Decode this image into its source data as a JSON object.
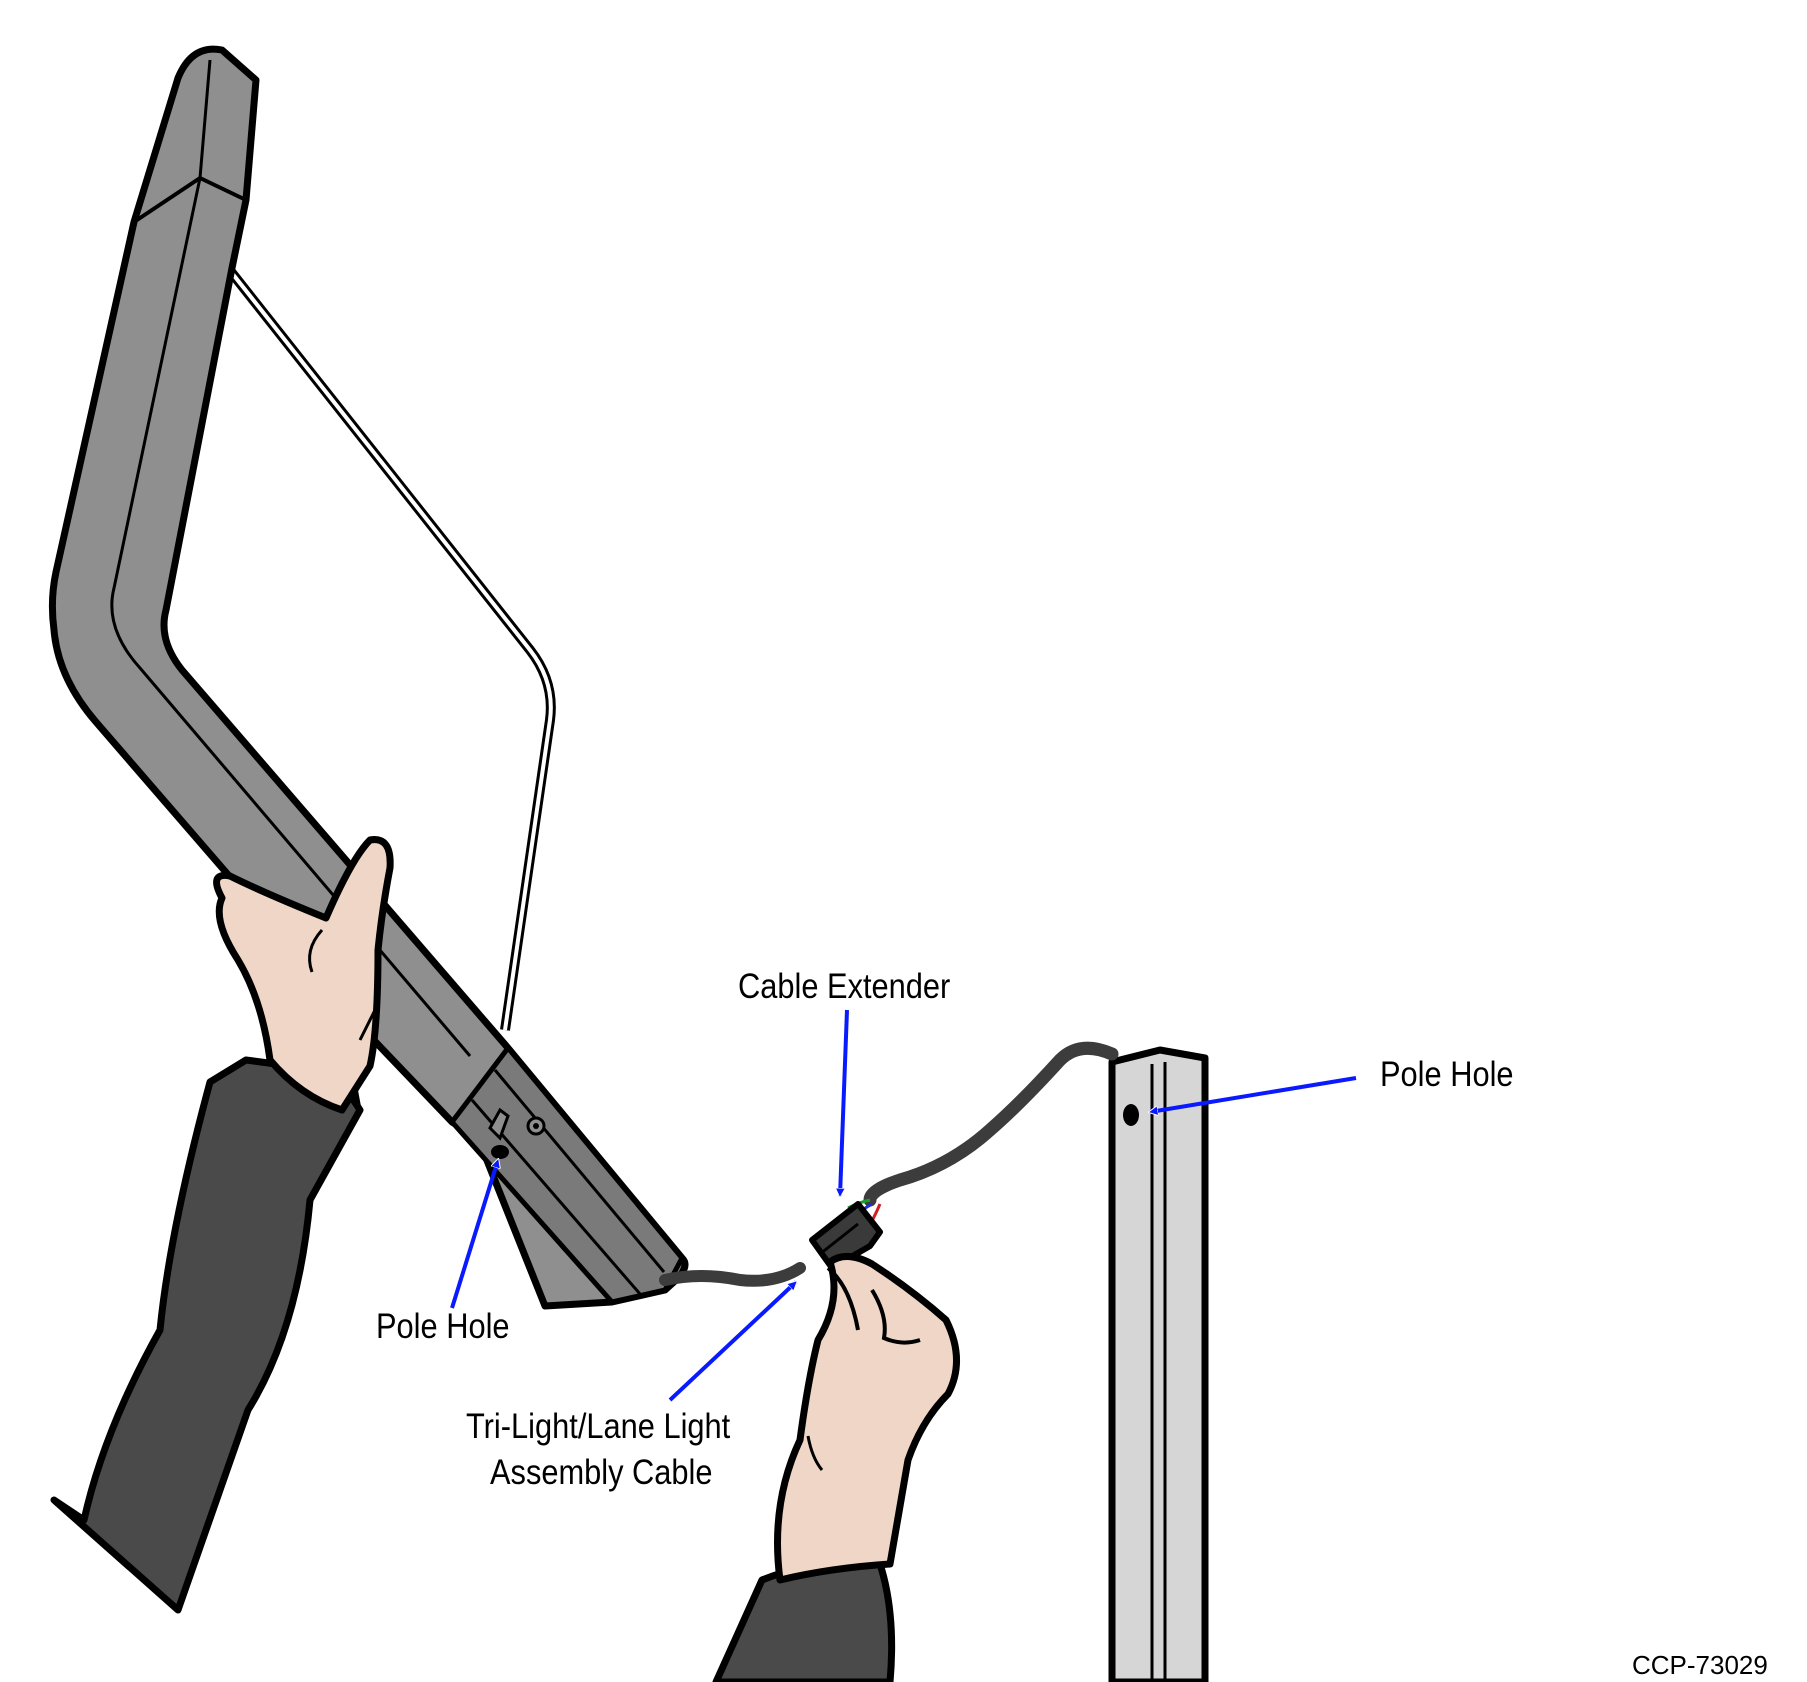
{
  "callouts": {
    "cable_extender": "Cable Extender",
    "pole_hole_right": "Pole Hole",
    "pole_hole_left": "Pole Hole",
    "tri_light_line1": "Tri-Light/Lane Light",
    "tri_light_line2": "Assembly Cable"
  },
  "figure_id": "CCP-73029",
  "colors": {
    "arrow": "#0a1aff",
    "frame_fill": "#8f8f8f",
    "frame_dark": "#777777",
    "pole_fill": "#d6d6d6",
    "sleeve": "#4a4a4a",
    "skin": "#efd6c6",
    "cable": "#3c3c3c"
  }
}
